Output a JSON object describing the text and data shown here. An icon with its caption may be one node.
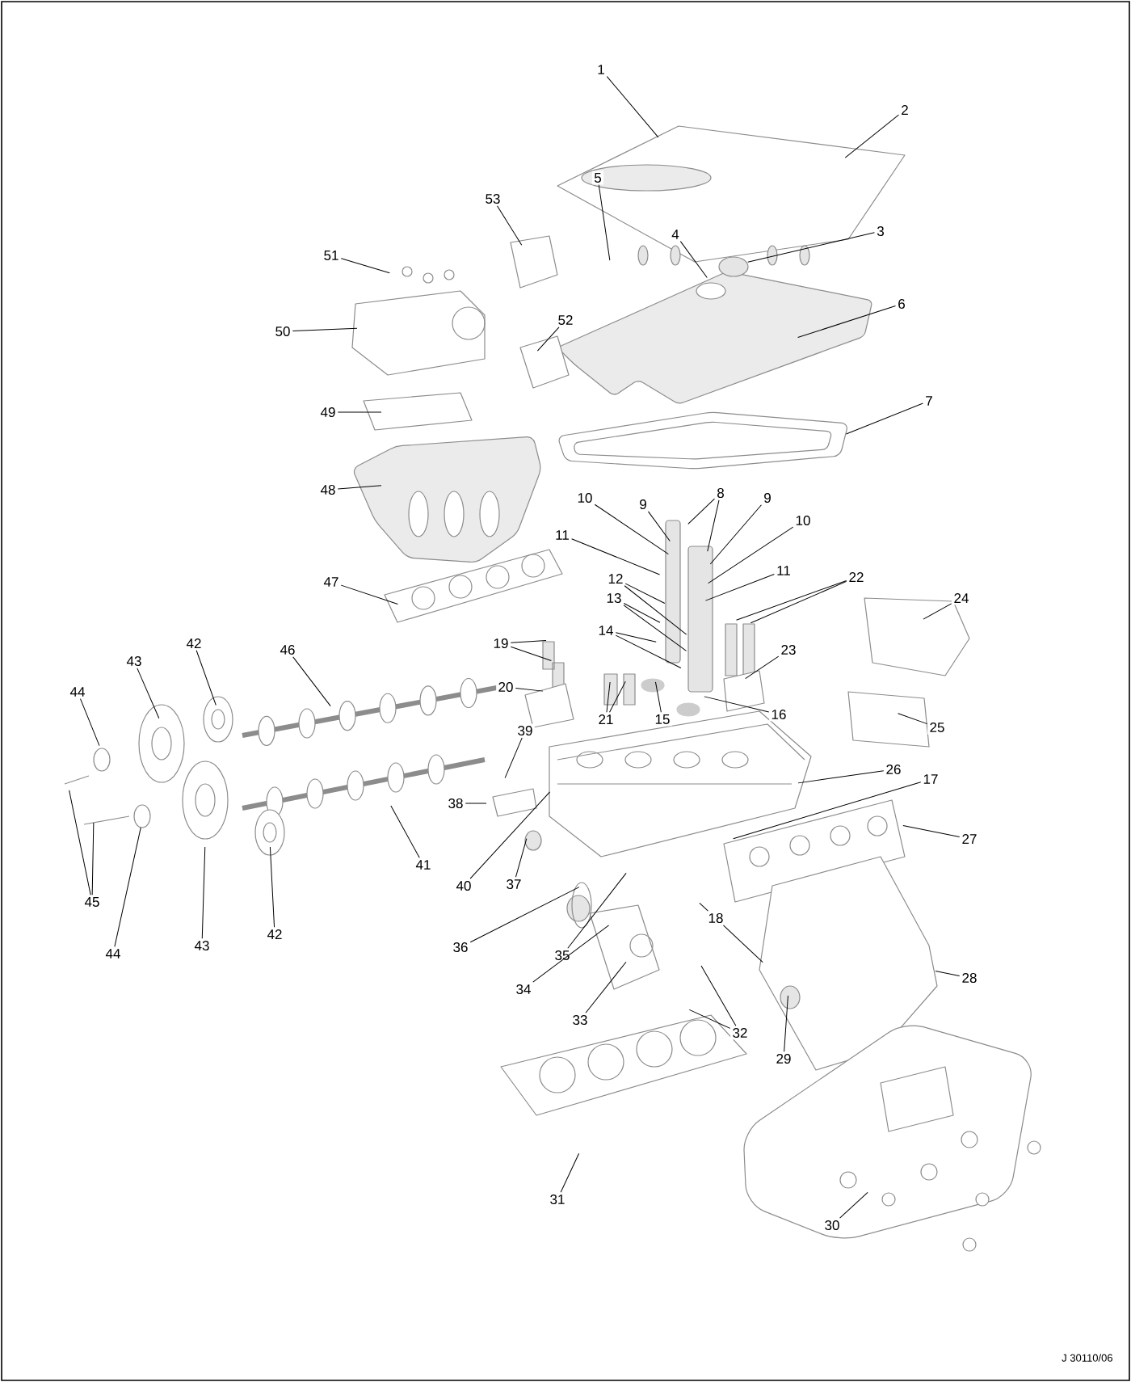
{
  "diagram": {
    "nodes": [
      {
        "text": [
          "1"
        ]
      },
      {
        "text": [
          "2"
        ]
      },
      {
        "text": [
          "53"
        ]
      },
      {
        "text": [
          "5"
        ]
      },
      {
        "text": [
          "3"
        ]
      },
      {
        "text": [
          "4"
        ]
      },
      {
        "text": [
          "51"
        ]
      },
      {
        "text": [
          "6"
        ]
      },
      {
        "text": [
          "52"
        ]
      },
      {
        "text": [
          "50"
        ]
      },
      {
        "text": [
          "7"
        ]
      },
      {
        "text": [
          "49"
        ]
      },
      {
        "text": [
          "48"
        ]
      },
      {
        "text": [
          "8"
        ]
      },
      {
        "text": [
          "9"
        ]
      },
      {
        "text": [
          "9"
        ]
      },
      {
        "text": [
          "10"
        ]
      },
      {
        "text": [
          "10"
        ]
      },
      {
        "text": [
          "11"
        ]
      },
      {
        "text": [
          "11"
        ]
      },
      {
        "text": [
          "22"
        ]
      },
      {
        "text": [
          "12"
        ]
      },
      {
        "text": [
          "47"
        ]
      },
      {
        "text": [
          "24"
        ]
      },
      {
        "text": [
          "13"
        ]
      },
      {
        "text": [
          "14"
        ]
      },
      {
        "text": [
          "19"
        ]
      },
      {
        "text": [
          "23"
        ]
      },
      {
        "text": [
          "46"
        ]
      },
      {
        "text": [
          "42"
        ]
      },
      {
        "text": [
          "43"
        ]
      },
      {
        "text": [
          "20"
        ]
      },
      {
        "text": [
          "44"
        ]
      },
      {
        "text": [
          "15"
        ]
      },
      {
        "text": [
          "16"
        ]
      },
      {
        "text": [
          "21"
        ]
      },
      {
        "text": [
          "25"
        ]
      },
      {
        "text": [
          "39"
        ]
      },
      {
        "text": [
          "26"
        ]
      },
      {
        "text": [
          "17"
        ]
      },
      {
        "text": [
          "38"
        ]
      },
      {
        "text": [
          "27"
        ]
      },
      {
        "text": [
          "41"
        ]
      },
      {
        "text": [
          "37"
        ]
      },
      {
        "text": [
          "40"
        ]
      },
      {
        "text": [
          "45"
        ]
      },
      {
        "text": [
          "18"
        ]
      },
      {
        "text": [
          "35"
        ]
      },
      {
        "text": [
          "42"
        ]
      },
      {
        "text": [
          "43"
        ]
      },
      {
        "text": [
          "36"
        ]
      },
      {
        "text": [
          "44"
        ]
      },
      {
        "text": [
          "28"
        ]
      },
      {
        "text": [
          "34"
        ]
      },
      {
        "text": [
          "33"
        ]
      },
      {
        "text": [
          "32"
        ]
      },
      {
        "text": [
          "29"
        ]
      },
      {
        "text": [
          "31"
        ]
      },
      {
        "text": [
          "30"
        ]
      }
    ],
    "edges": [
      {
        "from": 0,
        "to": null,
        "arrow": "none"
      },
      {
        "from": 1,
        "to": null,
        "arrow": "none"
      },
      {
        "from": 2,
        "to": null,
        "arrow": "none"
      },
      {
        "from": 3,
        "to": null,
        "arrow": "none"
      },
      {
        "from": 4,
        "to": null,
        "arrow": "none"
      },
      {
        "from": 5,
        "to": null,
        "arrow": "none"
      },
      {
        "from": 6,
        "to": null,
        "arrow": "none"
      },
      {
        "from": 7,
        "to": null,
        "arrow": "none"
      },
      {
        "from": 8,
        "to": null,
        "arrow": "none"
      },
      {
        "from": 9,
        "to": null,
        "arrow": "none"
      },
      {
        "from": 10,
        "to": null,
        "arrow": "none"
      },
      {
        "from": 11,
        "to": null,
        "arrow": "none"
      },
      {
        "from": 12,
        "to": null,
        "arrow": "none"
      },
      {
        "from": 13,
        "to": null,
        "arrow": "none"
      },
      {
        "from": 13,
        "to": null,
        "arrow": "none"
      },
      {
        "from": 14,
        "to": null,
        "arrow": "none"
      },
      {
        "from": 15,
        "to": null,
        "arrow": "none"
      },
      {
        "from": 16,
        "to": null,
        "arrow": "none"
      },
      {
        "from": 17,
        "to": null,
        "arrow": "none"
      },
      {
        "from": 18,
        "to": null,
        "arrow": "none"
      },
      {
        "from": 19,
        "to": null,
        "arrow": "none"
      },
      {
        "from": 20,
        "to": null,
        "arrow": "none"
      },
      {
        "from": 20,
        "to": null,
        "arrow": "none"
      },
      {
        "from": 21,
        "to": null,
        "arrow": "none"
      },
      {
        "from": 21,
        "to": null,
        "arrow": "none"
      },
      {
        "from": 22,
        "to": null,
        "arrow": "none"
      },
      {
        "from": 23,
        "to": null,
        "arrow": "none"
      },
      {
        "from": 24,
        "to": null,
        "arrow": "none"
      },
      {
        "from": 24,
        "to": null,
        "arrow": "none"
      },
      {
        "from": 25,
        "to": null,
        "arrow": "none"
      },
      {
        "from": 25,
        "to": null,
        "arrow": "none"
      },
      {
        "from": 26,
        "to": null,
        "arrow": "none"
      },
      {
        "from": 26,
        "to": null,
        "arrow": "none"
      },
      {
        "from": 27,
        "to": null,
        "arrow": "none"
      },
      {
        "from": 28,
        "to": null,
        "arrow": "none"
      },
      {
        "from": 29,
        "to": null,
        "arrow": "none"
      },
      {
        "from": 30,
        "to": null,
        "arrow": "none"
      },
      {
        "from": 31,
        "to": null,
        "arrow": "none"
      },
      {
        "from": 32,
        "to": null,
        "arrow": "none"
      },
      {
        "from": 33,
        "to": null,
        "arrow": "none"
      },
      {
        "from": 34,
        "to": null,
        "arrow": "none"
      },
      {
        "from": 35,
        "to": null,
        "arrow": "none"
      },
      {
        "from": 35,
        "to": null,
        "arrow": "none"
      },
      {
        "from": 36,
        "to": null,
        "arrow": "none"
      },
      {
        "from": 37,
        "to": null,
        "arrow": "none"
      },
      {
        "from": 38,
        "to": null,
        "arrow": "none"
      },
      {
        "from": 39,
        "to": null,
        "arrow": "none"
      },
      {
        "from": 40,
        "to": null,
        "arrow": "none"
      },
      {
        "from": 41,
        "to": null,
        "arrow": "none"
      },
      {
        "from": 42,
        "to": null,
        "arrow": "none"
      },
      {
        "from": 43,
        "to": null,
        "arrow": "none"
      },
      {
        "from": 44,
        "to": null,
        "arrow": "none"
      },
      {
        "from": 45,
        "to": null,
        "arrow": "none"
      },
      {
        "from": 45,
        "to": null,
        "arrow": "none"
      },
      {
        "from": 46,
        "to": null,
        "arrow": "none"
      },
      {
        "from": 46,
        "to": null,
        "arrow": "none"
      },
      {
        "from": 47,
        "to": null,
        "arrow": "none"
      },
      {
        "from": 48,
        "to": null,
        "arrow": "none"
      },
      {
        "from": 49,
        "to": null,
        "arrow": "none"
      },
      {
        "from": 50,
        "to": null,
        "arrow": "none"
      },
      {
        "from": 51,
        "to": null,
        "arrow": "none"
      },
      {
        "from": 52,
        "to": null,
        "arrow": "none"
      },
      {
        "from": 53,
        "to": null,
        "arrow": "none"
      },
      {
        "from": 54,
        "to": null,
        "arrow": "none"
      },
      {
        "from": 55,
        "to": null,
        "arrow": "none"
      },
      {
        "from": 55,
        "to": null,
        "arrow": "none"
      },
      {
        "from": 56,
        "to": null,
        "arrow": "none"
      },
      {
        "from": 57,
        "to": null,
        "arrow": "none"
      },
      {
        "from": 58,
        "to": null,
        "arrow": "none"
      }
    ],
    "labels": [
      "J 30110/06"
    ]
  }
}
